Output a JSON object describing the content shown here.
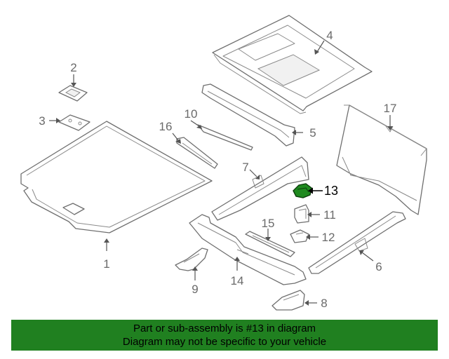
{
  "diagram": {
    "callouts": [
      {
        "id": "1",
        "label": "1"
      },
      {
        "id": "2",
        "label": "2"
      },
      {
        "id": "3",
        "label": "3"
      },
      {
        "id": "4",
        "label": "4"
      },
      {
        "id": "5",
        "label": "5"
      },
      {
        "id": "6",
        "label": "6"
      },
      {
        "id": "7",
        "label": "7"
      },
      {
        "id": "8",
        "label": "8"
      },
      {
        "id": "9",
        "label": "9"
      },
      {
        "id": "10",
        "label": "10"
      },
      {
        "id": "11",
        "label": "11"
      },
      {
        "id": "12",
        "label": "12"
      },
      {
        "id": "13",
        "label": "13"
      },
      {
        "id": "14",
        "label": "14"
      },
      {
        "id": "15",
        "label": "15"
      },
      {
        "id": "16",
        "label": "16"
      },
      {
        "id": "17",
        "label": "17"
      }
    ],
    "highlighted_part": "13",
    "highlight_color": "#208020",
    "line_color": "#6f6f6f"
  },
  "banner": {
    "line1": "Part or sub-assembly is #13 in diagram",
    "line2": "Diagram may not be specific to your vehicle",
    "background_color": "#208020"
  }
}
